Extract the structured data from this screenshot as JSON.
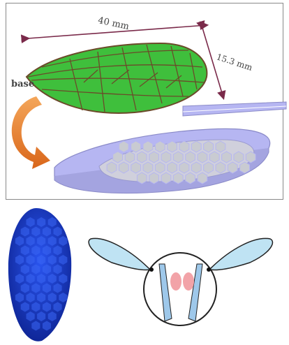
{
  "top_panel": {
    "span_label": "40 mm",
    "chord_label": "15.3 mm",
    "base_label": "base"
  },
  "colors": {
    "wing_green": "#3fbf3c",
    "vein": "#6b4a2a",
    "model_blue": "#b6b6f2",
    "cell_gray": "#c9cbd2",
    "arrow_orange": "#e07a2a",
    "print_blue": "#1f3fd9",
    "insect_wing": "#bfe3f3",
    "muscle_blue": "#9ec8ea",
    "muscle_pink": "#f2a3a8"
  }
}
